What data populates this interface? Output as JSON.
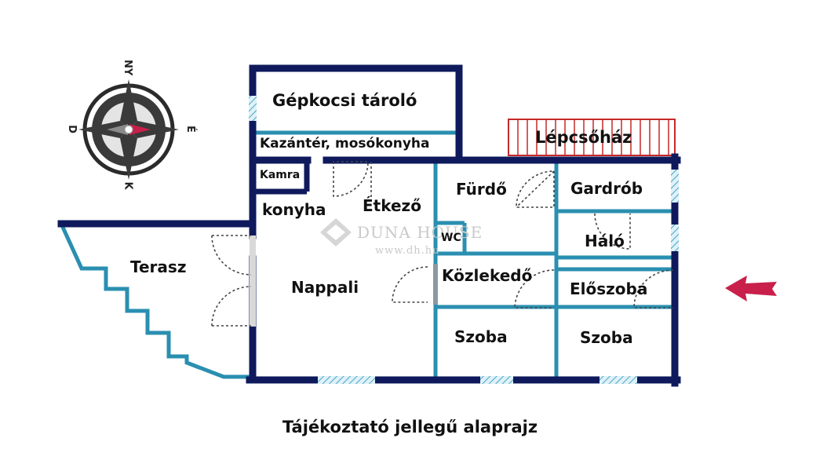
{
  "rooms": {
    "garage": "Gépkocsi tároló",
    "boiler": "Kazántér, mosókonyha",
    "stairwell": "Lépcsőház",
    "pantry": "Kamra",
    "kitchen": "konyha",
    "dining": "Étkező",
    "bathroom": "Fürdő",
    "wardrobe": "Gardrób",
    "wc": "WC",
    "bedroom": "Háló",
    "terrace": "Terasz",
    "living": "Nappali",
    "corridor": "Közlekedő",
    "hall": "Előszoba",
    "room_a": "Szoba",
    "room_b": "Szoba"
  },
  "compass": {
    "north": "NY",
    "east": "É",
    "south": "K",
    "west": "D"
  },
  "watermark": {
    "brand": "DUNA HOUSE",
    "url": "www.dh.hu"
  },
  "caption": "Tájékoztató jellegű alaprajz",
  "colors": {
    "outer_wall": "#0e1a5c",
    "inner_wall": "#2a8fb0",
    "arrow": "#c8204a",
    "stair_red": "#c62828"
  }
}
